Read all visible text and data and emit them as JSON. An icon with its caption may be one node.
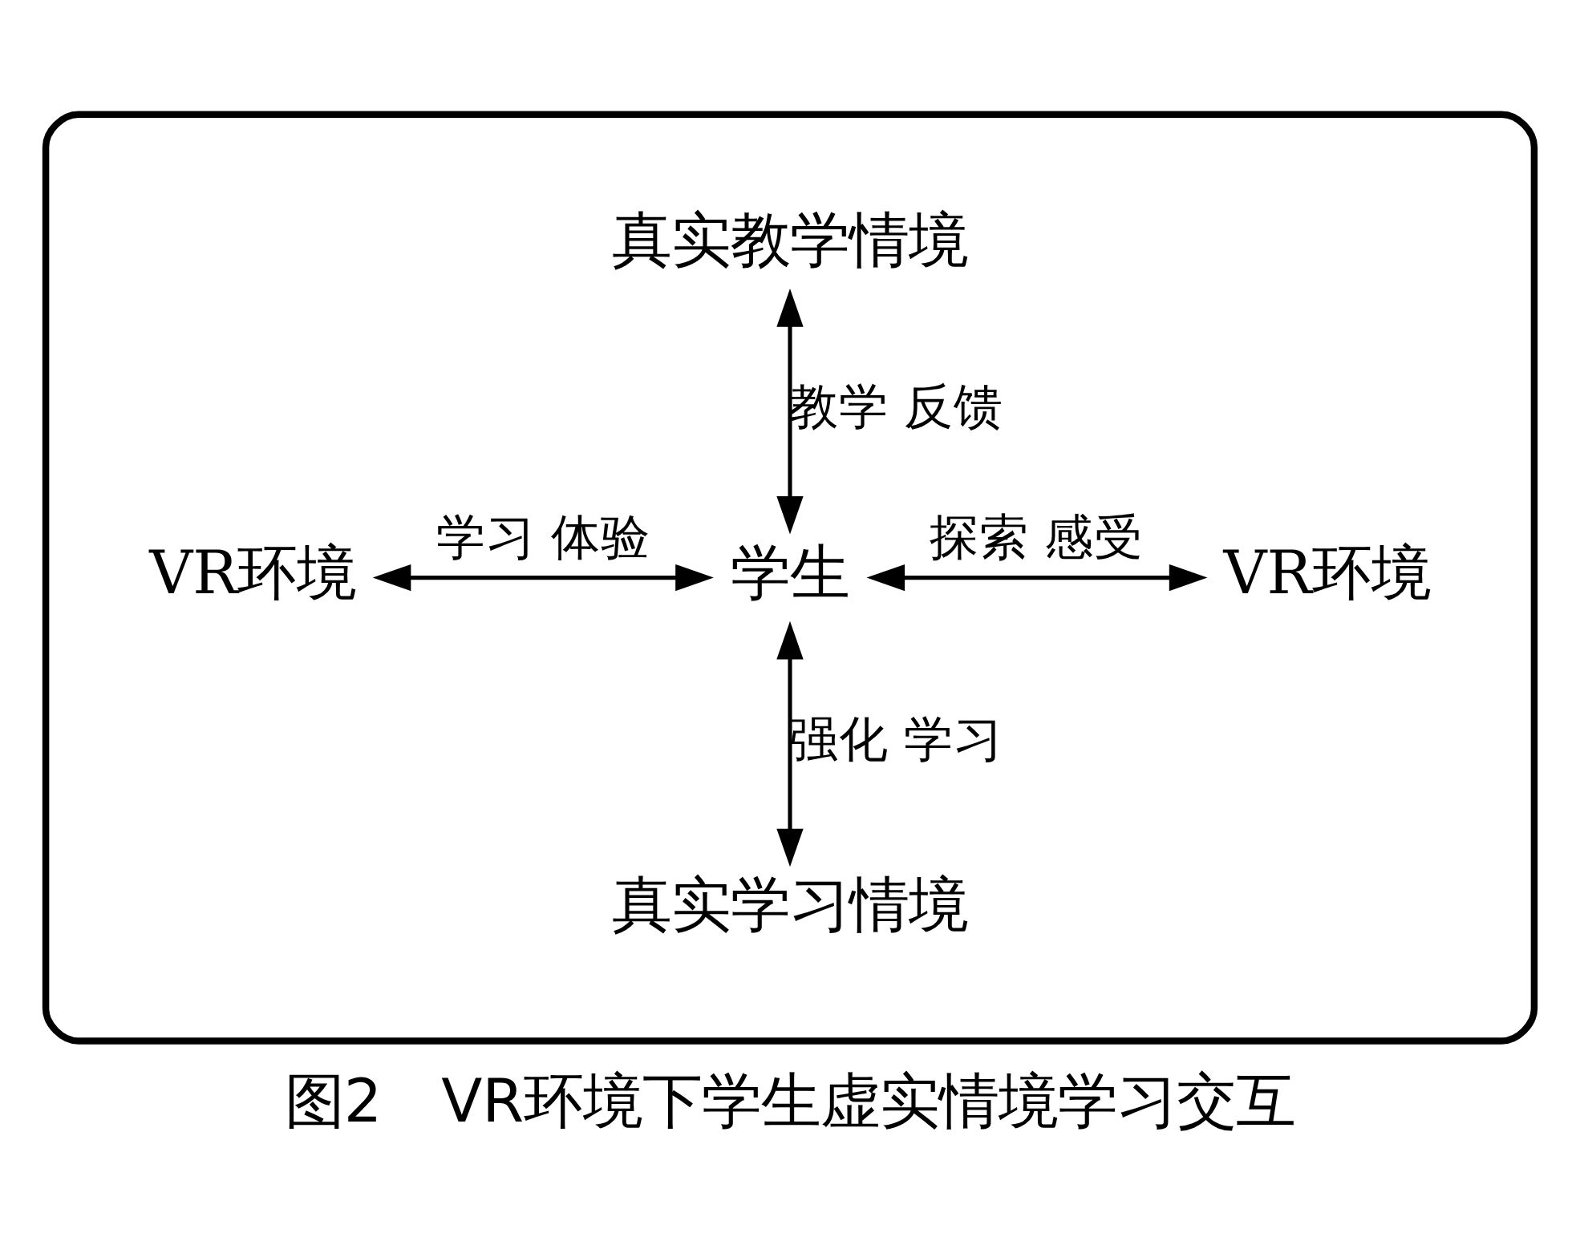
{
  "diagram": {
    "caption": "图2　VR环境下学生虚实情境学习交互",
    "nodes": [
      {
        "text": [],
        "shape": "ellipse"
      },
      {
        "text": [
          "真实教学情境"
        ],
        "in": 0
      },
      {
        "text": [
          "VR环境"
        ],
        "in": 0
      },
      {
        "text": [
          "学生"
        ],
        "in": 0
      },
      {
        "text": [
          "VR环境"
        ],
        "in": 0
      },
      {
        "text": [
          "真实学习情境"
        ],
        "in": 0
      }
    ],
    "edges": [
      {
        "from": 1,
        "to": 3,
        "arrow": "both",
        "label": "教学 反馈"
      },
      {
        "from": 2,
        "to": 3,
        "arrow": "both",
        "label": "学习 体验"
      },
      {
        "from": 3,
        "to": 4,
        "arrow": "both",
        "label": "探索 感受"
      },
      {
        "from": 3,
        "to": 5,
        "arrow": "both",
        "label": "强化 学习"
      }
    ]
  }
}
